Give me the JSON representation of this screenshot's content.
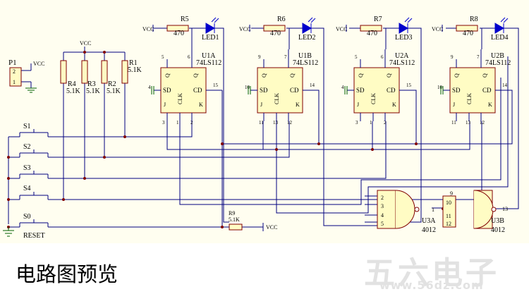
{
  "caption": "电路图预览",
  "watermark": {
    "logo": "五六电子",
    "url": "www.56dz.com"
  },
  "colors": {
    "background": "#fffef0",
    "chip": "#fffcc4",
    "wire": "#000080",
    "ground": "#006000",
    "led": "#0000cc"
  },
  "connector": {
    "name": "P1",
    "pin1": "1",
    "pin2": "2",
    "vcc": "VCC"
  },
  "vcc": "VCC",
  "pullups": [
    {
      "name": "R4",
      "value": "5.1K"
    },
    {
      "name": "R3",
      "value": "5.1K"
    },
    {
      "name": "R2",
      "value": "5.1K"
    },
    {
      "name": "R1",
      "value": "5.1K"
    }
  ],
  "switches": [
    {
      "name": "S1"
    },
    {
      "name": "S2"
    },
    {
      "name": "S3"
    },
    {
      "name": "S4"
    },
    {
      "name": "S0"
    }
  ],
  "reset_label": "RESET",
  "r9": {
    "name": "R9",
    "value": "5.1K"
  },
  "flipflops": [
    {
      "name": "U1A",
      "part": "74LS112",
      "sd": "SD",
      "cd": "CD",
      "j": "J",
      "k": "K",
      "clk": "CLK",
      "q": "Q",
      "qbar": "Q",
      "pins": {
        "top_left": "5",
        "top_right": "6",
        "sd": "4",
        "cd": "15",
        "j": "3",
        "clk": "1",
        "k": "2"
      },
      "led": {
        "res": "R5",
        "res_value": "470",
        "name": "LED1",
        "vcc": "VCC"
      }
    },
    {
      "name": "U1B",
      "part": "74LS112",
      "sd": "SD",
      "cd": "CD",
      "j": "J",
      "k": "K",
      "clk": "CLK",
      "q": "Q",
      "qbar": "Q",
      "pins": {
        "top_left": "9",
        "top_right": "7",
        "sd": "10",
        "cd": "14",
        "j": "11",
        "clk": "13",
        "k": "12"
      },
      "led": {
        "res": "R6",
        "res_value": "470",
        "name": "LED2",
        "vcc": "VCC"
      }
    },
    {
      "name": "U2A",
      "part": "74LS112",
      "sd": "SD",
      "cd": "CD",
      "j": "J",
      "k": "K",
      "clk": "CLK",
      "q": "Q",
      "qbar": "Q",
      "pins": {
        "top_left": "5",
        "top_right": "6",
        "sd": "4",
        "cd": "15",
        "j": "3",
        "clk": "1",
        "k": "2"
      },
      "led": {
        "res": "R7",
        "res_value": "470",
        "name": "LED3",
        "vcc": "VCC"
      }
    },
    {
      "name": "U2B",
      "part": "74LS112",
      "sd": "SD",
      "cd": "CD",
      "j": "J",
      "k": "K",
      "clk": "CLK",
      "q": "Q",
      "qbar": "Q",
      "pins": {
        "top_left": "9",
        "top_right": "7",
        "sd": "10",
        "cd": "14",
        "j": "11",
        "clk": "13",
        "k": "12"
      },
      "led": {
        "res": "R8",
        "res_value": "470",
        "name": "LED4",
        "vcc": "VCC"
      }
    }
  ],
  "gates": [
    {
      "name": "U3A",
      "part": "4012",
      "in_pins": [
        "2",
        "3",
        "4",
        "5"
      ],
      "out_pin": "1"
    },
    {
      "name": "U3B",
      "part": "4012",
      "in_pins": [
        "9",
        "10",
        "11",
        "12"
      ],
      "out_pin": "13"
    }
  ]
}
